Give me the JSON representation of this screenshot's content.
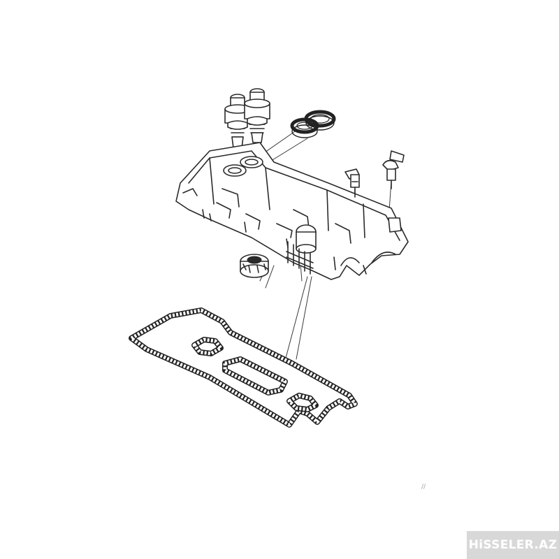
{
  "watermark": {
    "text": "HiSSELER.AZ"
  },
  "corner_mark": {
    "text": "//"
  },
  "parts": [
    {
      "name": "solenoid-valve",
      "count": 2
    },
    {
      "name": "seal-ring",
      "count": 2
    },
    {
      "name": "valve-cover",
      "count": 1
    },
    {
      "name": "camshaft-sensor",
      "count": 2
    },
    {
      "name": "oil-filler-cap",
      "count": 1
    },
    {
      "name": "valve-cover-gasket",
      "count": 1
    }
  ]
}
